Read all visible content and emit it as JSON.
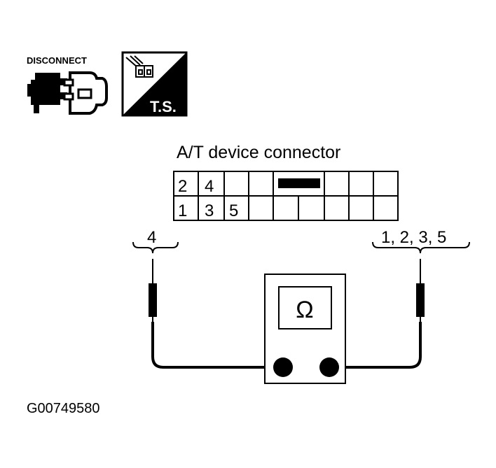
{
  "icons": {
    "disconnect_label": "DISCONNECT",
    "disconnect_icon": "connector-disconnect-icon",
    "ts_label": "T.S.",
    "ts_icon": "terminal-service-icon"
  },
  "connector": {
    "title": "A/T device connector",
    "top_row": [
      "2",
      "4",
      "",
      "",
      "",
      "",
      "",
      "",
      ""
    ],
    "bottom_row": [
      "1",
      "3",
      "5",
      "",
      "",
      "",
      "",
      "",
      ""
    ]
  },
  "probes": {
    "left_label": "4",
    "right_label": "1, 2, 3, 5"
  },
  "meter": {
    "symbol": "Ω"
  },
  "figure_id": "G00749580"
}
